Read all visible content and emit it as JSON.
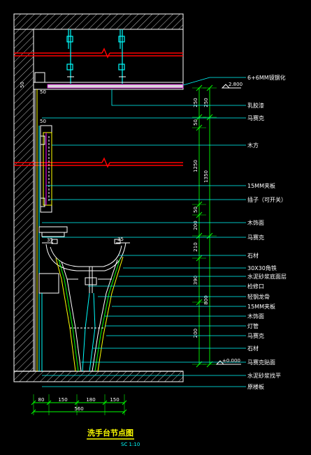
{
  "labels": [
    "6+6MM镜钢化",
    "乳胶漆",
    "马赛克",
    "木方",
    "15MM夹板",
    "插子（可开关）",
    "木饰面",
    "马赛克",
    "石材",
    "30X30角铁",
    "水泥砂浆底面层",
    "检修口",
    "轻钢龙骨",
    "15MM夹板",
    "木饰面",
    "灯管",
    "马赛克",
    "石材",
    "马赛克贴面",
    "水泥砂浆找平",
    "原楼板"
  ],
  "levels": {
    "top": "2.800",
    "bottom": "±0.000"
  },
  "vertical_dims_inner": [
    "250",
    "50",
    "1250",
    "50",
    "200",
    "210",
    "390",
    "200"
  ],
  "vertical_dims_outer": [
    "250",
    "1350",
    "800"
  ],
  "small_dims": [
    "50",
    "50",
    "50",
    "35",
    "35"
  ],
  "horizontal_dims": [
    "80",
    "150",
    "180",
    "150"
  ],
  "horizontal_total": "560",
  "title": "洗手台节点图",
  "scale": "SC  1:10",
  "colors": {
    "background": "#000000",
    "wall": "#ffffff",
    "leader": "#00ffff",
    "dimension": "#00ff00",
    "section_cut": "#ff0000",
    "title": "#ffff00",
    "magenta": "#ff00ff"
  }
}
